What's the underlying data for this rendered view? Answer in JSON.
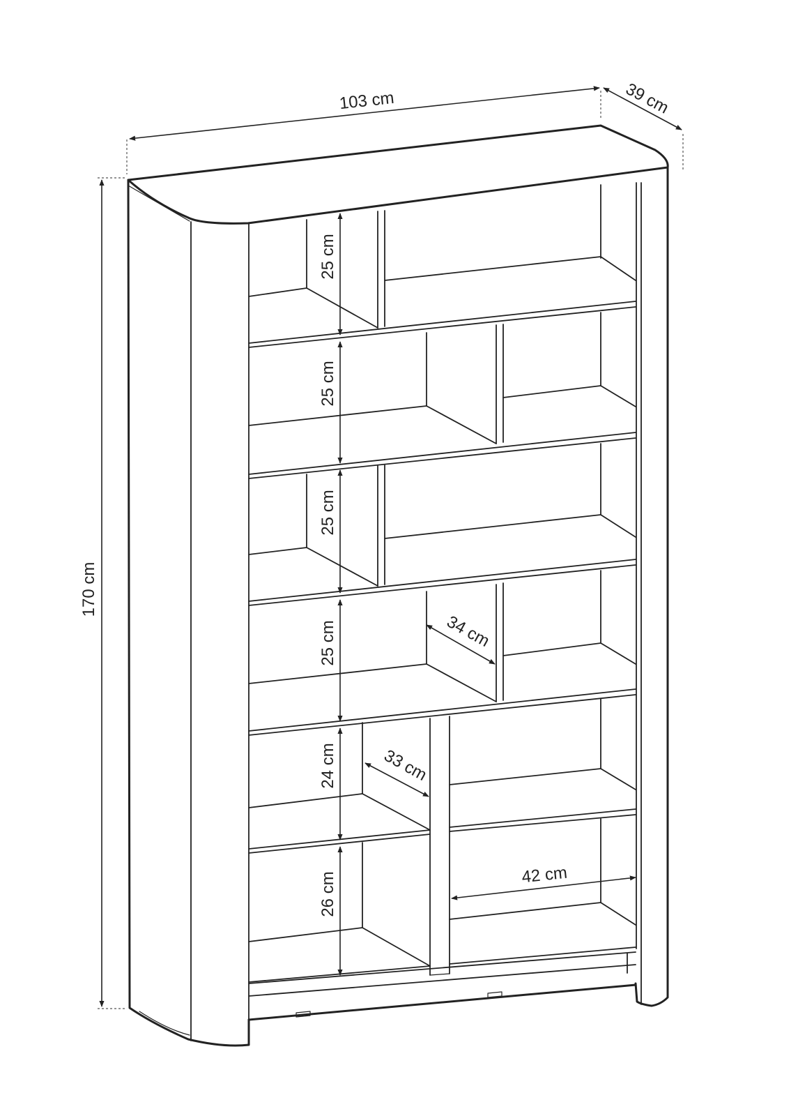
{
  "colors": {
    "stroke": "#222222",
    "background": "#ffffff"
  },
  "dimensions": {
    "width": "103 cm",
    "depth": "39 cm",
    "height": "170 cm",
    "row1": "25 cm",
    "row2": "25 cm",
    "row3": "25 cm",
    "row4": "25 cm",
    "row5": "24 cm",
    "row6": "26 cm",
    "inner_depth_upper": "34 cm",
    "inner_depth_lower": "33 cm",
    "compartment_width": "42 cm"
  }
}
